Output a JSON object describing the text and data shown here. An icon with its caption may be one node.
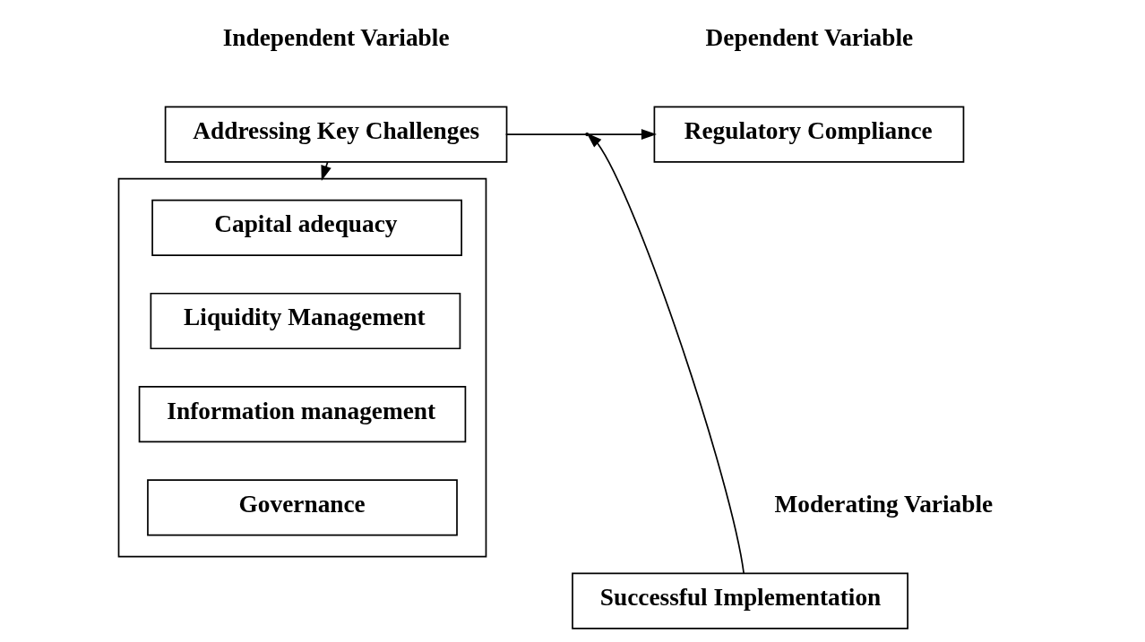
{
  "diagram": {
    "nodes": [
      {
        "text": [
          "Addressing Key Challenges"
        ],
        "beside": [
          "Independent Variable"
        ]
      },
      {
        "text": [],
        "shape": "box"
      },
      {
        "text": [
          "Capital adequacy"
        ],
        "in": 1
      },
      {
        "text": [
          "Liquidity Management"
        ],
        "in": 1
      },
      {
        "text": [
          "Information management"
        ],
        "in": 1
      },
      {
        "text": [
          "Governance"
        ],
        "in": 1
      },
      {
        "text": [
          "Regulatory Compliance"
        ],
        "beside": [
          "Dependent Variable"
        ]
      },
      {
        "text": [
          "Successful Implementation"
        ],
        "beside": [
          "Moderating Variable"
        ]
      }
    ],
    "edges": [
      {
        "from": 0,
        "to": 1,
        "arrow": "to"
      },
      {
        "from": 0,
        "to": 6,
        "arrow": "to"
      },
      {
        "from": 7,
        "to": null,
        "arrow": "to"
      }
    ]
  }
}
